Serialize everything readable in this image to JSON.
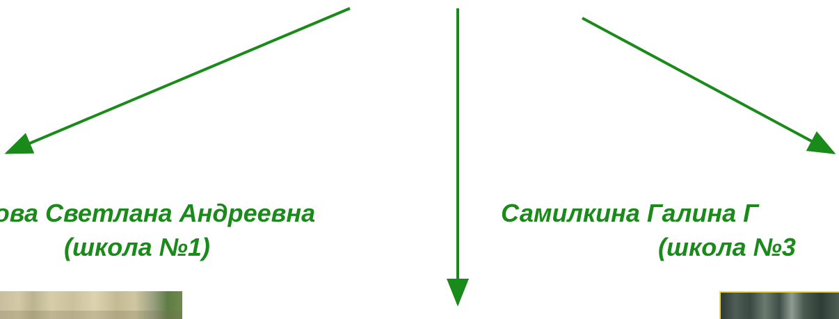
{
  "colors": {
    "arrow": "#1a8a1a",
    "text": "#1a8a1a",
    "background": "#ffffff"
  },
  "left": {
    "name": "нова Светлана Андреевна",
    "school": "(школа №1)"
  },
  "right": {
    "name": "Самилкина Галина Г",
    "school": "(школа №3"
  },
  "images": [
    {
      "name": "left-photo",
      "description": "cropped photo at bottom-left"
    },
    {
      "name": "right-photo",
      "description": "cropped photo at bottom-right"
    }
  ]
}
